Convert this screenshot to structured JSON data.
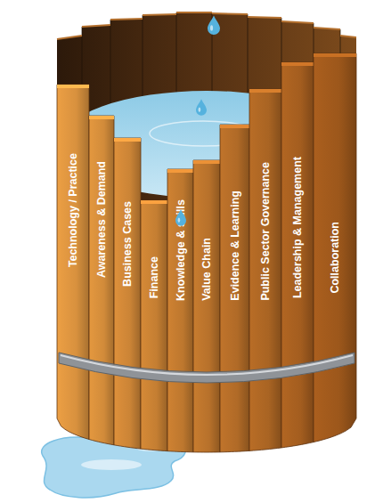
{
  "diagram": {
    "nodes": [
      {
        "text": [
          "Technology / Practice"
        ]
      },
      {
        "text": [
          "Awareness & Demand"
        ]
      },
      {
        "text": [
          "Business Cases"
        ]
      },
      {
        "text": [
          "Finance"
        ]
      },
      {
        "text": [
          "Knowledge & skills"
        ]
      },
      {
        "text": [
          "Value Chain"
        ]
      },
      {
        "text": [
          "Evidence & Learning"
        ]
      },
      {
        "text": [
          "Public Sector Governance"
        ]
      },
      {
        "text": [
          "Leadership & Management"
        ]
      },
      {
        "text": [
          "Collaboration"
        ]
      }
    ]
  }
}
